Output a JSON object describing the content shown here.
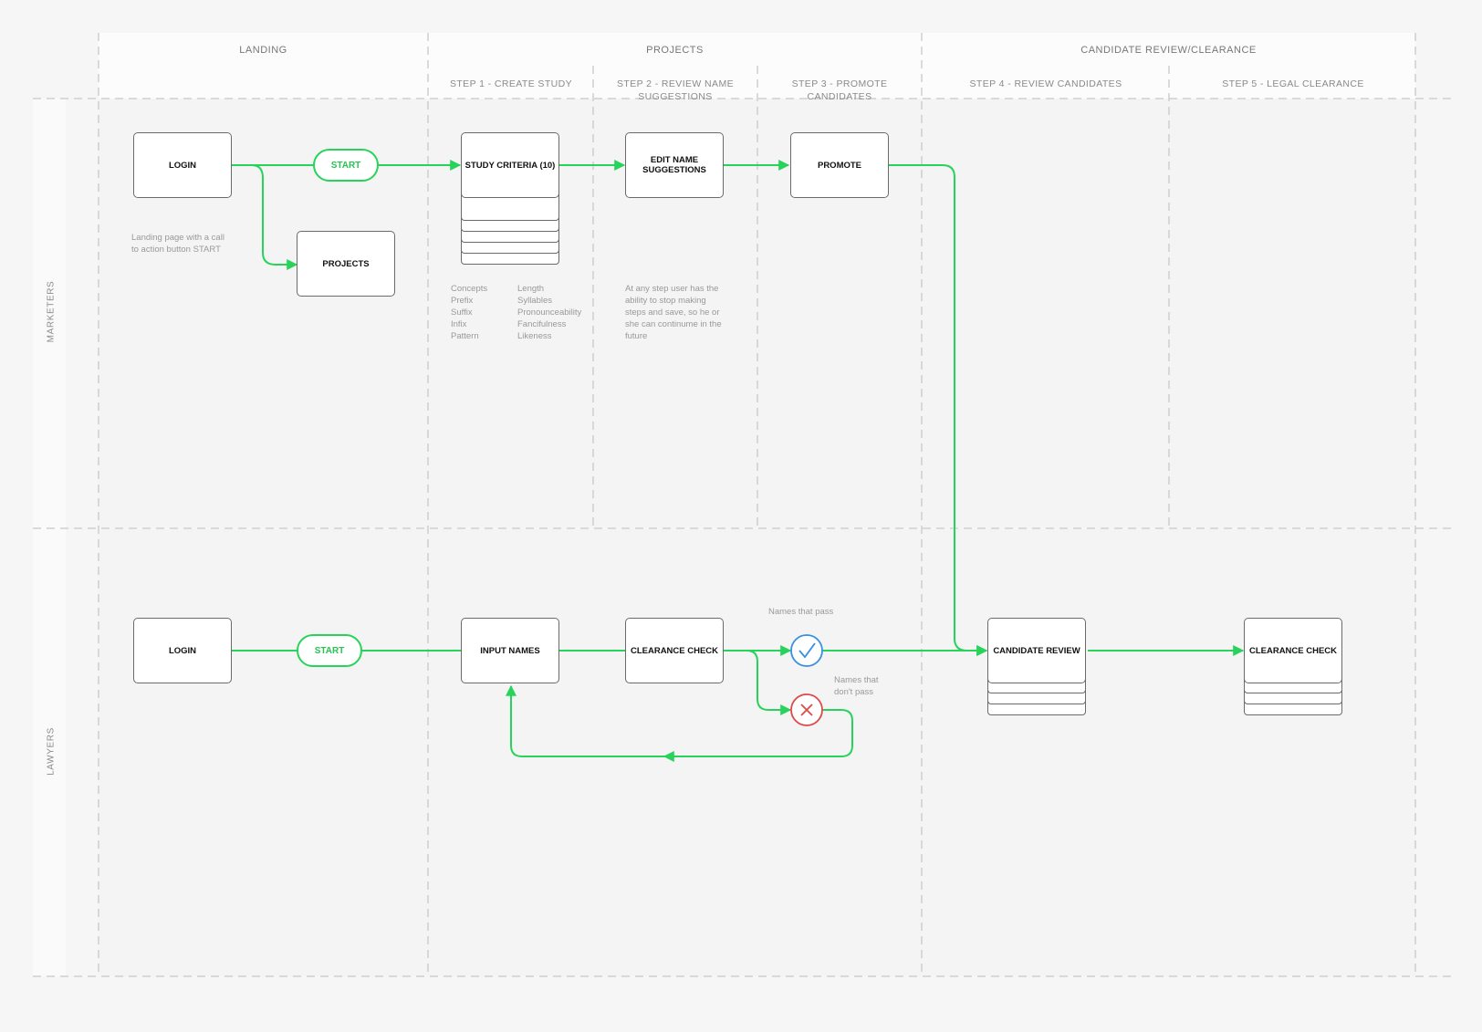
{
  "columns": [
    "LANDING",
    "PROJECTS",
    "CANDIDATE REVIEW/CLEARANCE"
  ],
  "steps": [
    "STEP 1 - CREATE STUDY",
    "STEP 2 - REVIEW NAME SUGGESTIONS",
    "STEP 3 - PROMOTE CANDIDATES",
    "STEP 4 - REVIEW CANDIDATES",
    "STEP 5 - LEGAL CLEARANCE"
  ],
  "lanes": [
    "MARKETERS",
    "LAWYERS"
  ],
  "marketers": {
    "login": "LOGIN",
    "start": "START",
    "projects": "PROJECTS",
    "study_criteria": "STUDY CRITERIA (10)",
    "edit_names": "EDIT NAME SUGGESTIONS",
    "promote": "PROMOTE",
    "landing_note": "Landing page with a call to action button START",
    "criteria_left": "Concepts\nPrefix\nSuffix\nInfix\nPattern",
    "criteria_right": "Length\nSyllables\nPronounceability\nFancifulness\nLikeness",
    "step_note": "At any step user has the ability to stop making steps and save, so he or she can continume in the future"
  },
  "lawyers": {
    "login": "LOGIN",
    "start": "START",
    "input_names": "INPUT NAMES",
    "clearance_check": "CLEARANCE CHECK",
    "pass_note": "Names that pass",
    "fail_note": "Names that don't pass",
    "candidate_review": "CANDIDATE REVIEW",
    "final_clearance": "CLEARANCE CHECK"
  },
  "colors": {
    "flow": "#27d35a",
    "pass": "#3a8fe0",
    "fail": "#e04848",
    "grid": "#c8c8c8"
  },
  "icons": {
    "pass": "check-icon",
    "fail": "cross-icon"
  }
}
